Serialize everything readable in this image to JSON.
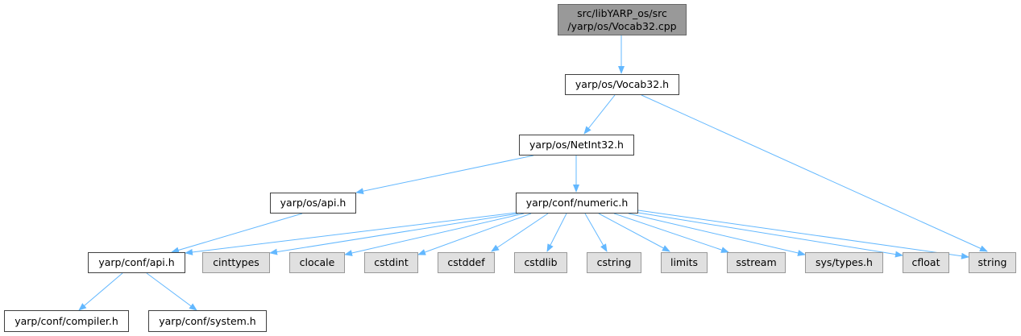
{
  "colors": {
    "edge": "#63b8ff",
    "root_fill": "#999999",
    "system_fill": "#e0e0e0",
    "local_fill": "#ffffff"
  },
  "nodes": {
    "root": {
      "line1": "src/libYARP_os/src",
      "line2": "/yarp/os/Vocab32.cpp"
    },
    "vocab32_h": "yarp/os/Vocab32.h",
    "netint32_h": "yarp/os/NetInt32.h",
    "os_api_h": "yarp/os/api.h",
    "numeric_h": "yarp/conf/numeric.h",
    "conf_api_h": "yarp/conf/api.h",
    "cinttypes": "cinttypes",
    "clocale": "clocale",
    "cstdint": "cstdint",
    "cstddef": "cstddef",
    "cstdlib": "cstdlib",
    "cstring": "cstring",
    "limits": "limits",
    "sstream": "sstream",
    "sys_types_h": "sys/types.h",
    "cfloat": "cfloat",
    "string": "string",
    "compiler_h": "yarp/conf/compiler.h",
    "system_h": "yarp/conf/system.h"
  }
}
